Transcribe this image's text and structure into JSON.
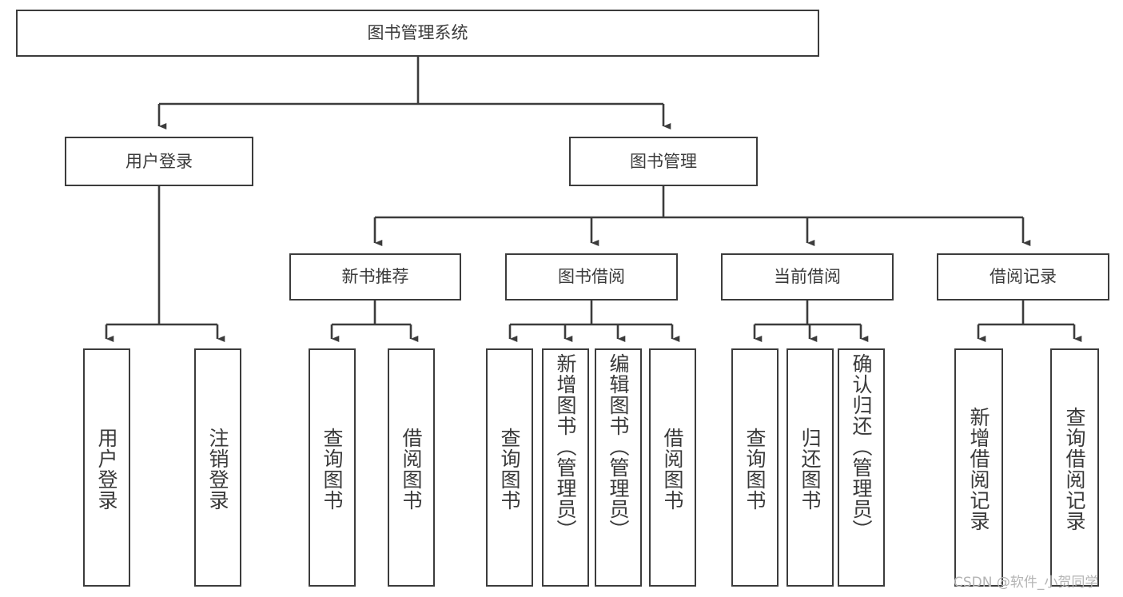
{
  "diagram": {
    "title": "图书管理系统",
    "type": "function-tree",
    "colors": {
      "border": "#3c3c3c",
      "text": "#3a3a3a",
      "background": "#ffffff",
      "watermark": "#b4b4b4"
    },
    "root": {
      "label": "图书管理系统"
    },
    "level2": [
      {
        "label": "用户登录"
      },
      {
        "label": "图书管理"
      }
    ],
    "level3": [
      {
        "label": "新书推荐"
      },
      {
        "label": "图书借阅"
      },
      {
        "label": "当前借阅"
      },
      {
        "label": "借阅记录"
      }
    ],
    "leaves": {
      "user_login": [
        {
          "label": "用户登录"
        },
        {
          "label": "注销登录"
        }
      ],
      "new_book": [
        {
          "label": "查询图书"
        },
        {
          "label": "借阅图书"
        }
      ],
      "book_borrow": [
        {
          "label": "查询图书"
        },
        {
          "label": "新增图书（管理员）"
        },
        {
          "label": "编辑图书（管理员）"
        },
        {
          "label": "借阅图书"
        }
      ],
      "current_borrow": [
        {
          "label": "查询图书"
        },
        {
          "label": "归还图书"
        },
        {
          "label": "确认归还（管理员）"
        }
      ],
      "borrow_record": [
        {
          "label": "新增借阅记录"
        },
        {
          "label": "查询借阅记录"
        }
      ]
    }
  },
  "watermark": {
    "text": "CSDN @软件_小贺同学"
  }
}
